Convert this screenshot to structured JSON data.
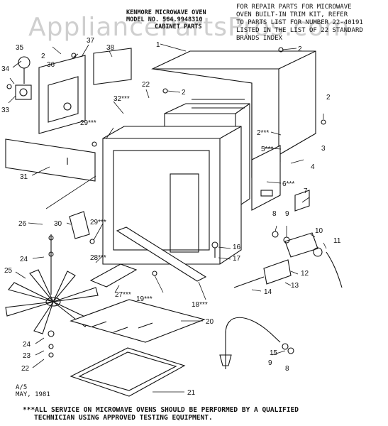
{
  "watermark": "AppliancePartsPros.com",
  "header": {
    "line1": "KENMORE MICROWAVE OVEN",
    "line2": "MODEL NO. 564.9948310",
    "line3": "CABINET PARTS"
  },
  "repair_note": "FOR REPAIR PARTS FOR MICROWAVE\nOVEN BUILT-IN TRIM KIT, REFER\nTO PARTS LIST FOR NUMBER 22-40191\nLISTED IN THE LIST OF 22 STANDARD\nBRANDS INDEX",
  "date_code": "A/5",
  "date": "MAY, 1981",
  "footnote_line1": "***ALL SERVICE ON MICROWAVE OVENS SHOULD BE PERFORMED BY A QUALIFIED",
  "footnote_line2": "TECHNICIAN USING APPROVED TESTING EQUIPMENT.",
  "callouts": {
    "c1": "1",
    "c2a": "2",
    "c2b": "2",
    "c2c": "2",
    "c2d": "2",
    "c2x": "2***",
    "c3": "3",
    "c4": "4",
    "c5": "5***",
    "c6": "6***",
    "c7": "7",
    "c8a": "8",
    "c8b": "8",
    "c9a": "9",
    "c9b": "9",
    "c10": "10",
    "c11": "11",
    "c12": "12",
    "c13": "13",
    "c14": "14",
    "c15": "15",
    "c16": "16",
    "c17": "17",
    "c18": "18***",
    "c19": "19***",
    "c20": "20",
    "c21": "21",
    "c22a": "22",
    "c22b": "22",
    "c23": "23",
    "c24a": "24",
    "c24b": "24",
    "c25": "25",
    "c26": "26",
    "c27": "27***",
    "c28": "28***",
    "c29a": "29***",
    "c29b": "29***",
    "c30": "30",
    "c31": "31",
    "c32": "32***",
    "c33": "33",
    "c34": "34",
    "c35": "35",
    "c36": "36",
    "c37": "37",
    "c38": "38"
  }
}
